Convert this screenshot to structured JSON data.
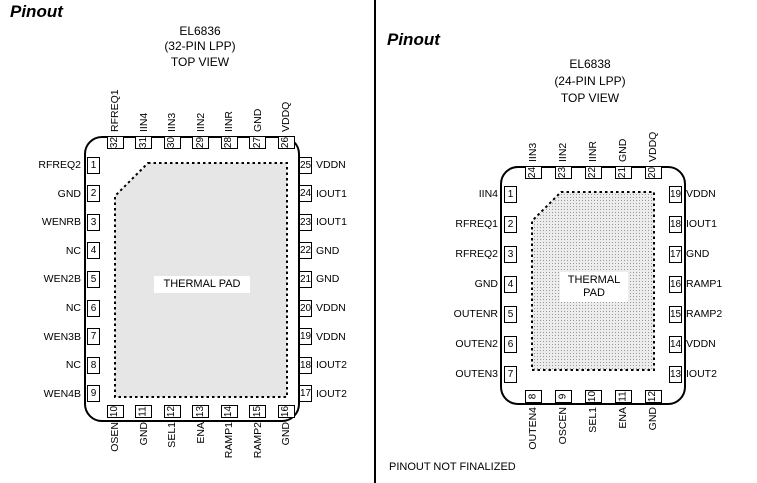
{
  "page": {
    "heading": "Pinout"
  },
  "left_device": {
    "part": "EL6836",
    "package": "(32-PIN LPP)",
    "view": "TOP VIEW",
    "thermal_pad": "THERMAL PAD",
    "pins_left": [
      {
        "num": "1",
        "name": "RFREQ2"
      },
      {
        "num": "2",
        "name": "GND"
      },
      {
        "num": "3",
        "name": "WENRB"
      },
      {
        "num": "4",
        "name": "NC"
      },
      {
        "num": "5",
        "name": "WEN2B"
      },
      {
        "num": "6",
        "name": "NC"
      },
      {
        "num": "7",
        "name": "WEN3B"
      },
      {
        "num": "8",
        "name": "NC"
      },
      {
        "num": "9",
        "name": "WEN4B"
      }
    ],
    "pins_bottom": [
      {
        "num": "10",
        "name": "OSEN"
      },
      {
        "num": "11",
        "name": "GND"
      },
      {
        "num": "12",
        "name": "SEL1"
      },
      {
        "num": "13",
        "name": "ENA"
      },
      {
        "num": "14",
        "name": "RAMP1"
      },
      {
        "num": "15",
        "name": "RAMP2"
      },
      {
        "num": "16",
        "name": "GND"
      }
    ],
    "pins_right": [
      {
        "num": "25",
        "name": "VDDN"
      },
      {
        "num": "24",
        "name": "IOUT1"
      },
      {
        "num": "23",
        "name": "IOUT1"
      },
      {
        "num": "22",
        "name": "GND"
      },
      {
        "num": "21",
        "name": "GND"
      },
      {
        "num": "20",
        "name": "VDDN"
      },
      {
        "num": "19",
        "name": "VDDN"
      },
      {
        "num": "18",
        "name": "IOUT2"
      },
      {
        "num": "17",
        "name": "IOUT2"
      }
    ],
    "pins_top": [
      {
        "num": "32",
        "name": "RFREQ1"
      },
      {
        "num": "31",
        "name": "IIN4"
      },
      {
        "num": "30",
        "name": "IIN3"
      },
      {
        "num": "29",
        "name": "IIN2"
      },
      {
        "num": "28",
        "name": "IINR"
      },
      {
        "num": "27",
        "name": "GND"
      },
      {
        "num": "26",
        "name": "VDDQ"
      }
    ]
  },
  "right_device": {
    "heading": "Pinout",
    "part": "EL6838",
    "package": "(24-PIN LPP)",
    "view": "TOP VIEW",
    "thermal_pad_line1": "THERMAL",
    "thermal_pad_line2": "PAD",
    "pins_left": [
      {
        "num": "1",
        "name": "IIN4"
      },
      {
        "num": "2",
        "name": "RFREQ1"
      },
      {
        "num": "3",
        "name": "RFREQ2"
      },
      {
        "num": "4",
        "name": "GND"
      },
      {
        "num": "5",
        "name": "OUTENR"
      },
      {
        "num": "6",
        "name": "OUTEN2"
      },
      {
        "num": "7",
        "name": "OUTEN3"
      }
    ],
    "pins_bottom": [
      {
        "num": "8",
        "name": "OUTEN4"
      },
      {
        "num": "9",
        "name": "OSCEN"
      },
      {
        "num": "10",
        "name": "SEL1"
      },
      {
        "num": "11",
        "name": "ENA"
      },
      {
        "num": "12",
        "name": "GND"
      }
    ],
    "pins_right": [
      {
        "num": "19",
        "name": "VDDN"
      },
      {
        "num": "18",
        "name": "IOUT1"
      },
      {
        "num": "17",
        "name": "GND"
      },
      {
        "num": "16",
        "name": "RAMP1"
      },
      {
        "num": "15",
        "name": "RAMP2"
      },
      {
        "num": "14",
        "name": "VDDN"
      },
      {
        "num": "13",
        "name": "IOUT2"
      }
    ],
    "pins_top": [
      {
        "num": "24",
        "name": "IIN3"
      },
      {
        "num": "23",
        "name": "IIN2"
      },
      {
        "num": "22",
        "name": "IINR"
      },
      {
        "num": "21",
        "name": "GND"
      },
      {
        "num": "20",
        "name": "VDDQ"
      }
    ],
    "footnote": "PINOUT NOT FINALIZED"
  }
}
